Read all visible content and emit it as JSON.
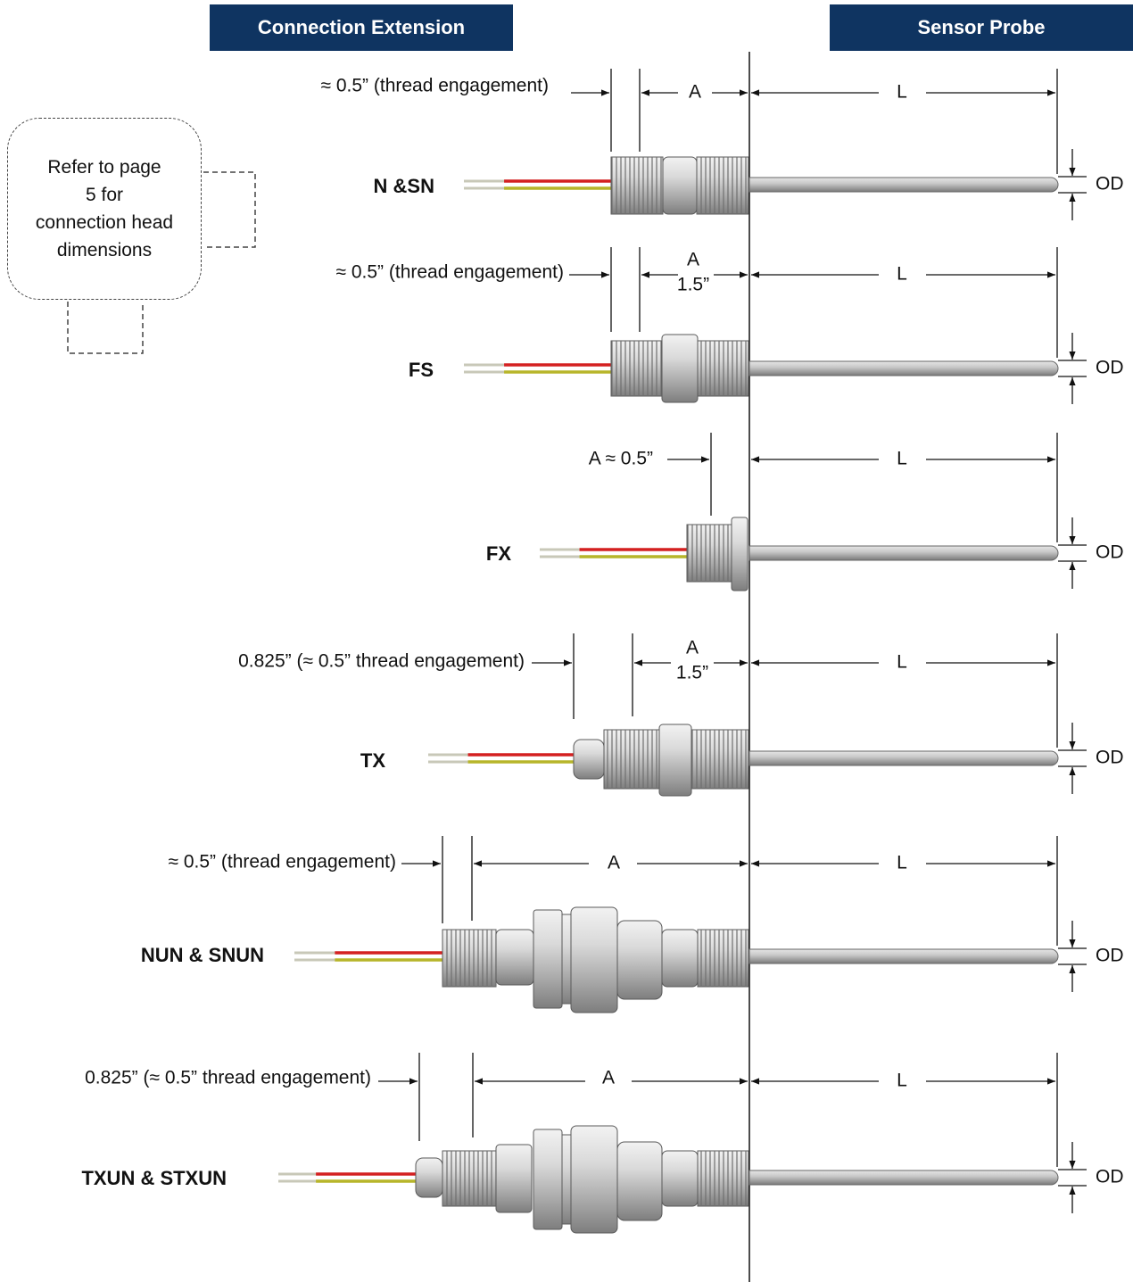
{
  "headers": {
    "connection_extension": "Connection Extension",
    "sensor_probe": "Sensor Probe"
  },
  "note": {
    "lines": [
      "Refer to page",
      "5 for",
      "connection head",
      "dimensions"
    ]
  },
  "dimension_labels": {
    "a": "A",
    "l": "L",
    "od": "OD",
    "a_value_1_5": "1.5”",
    "a_approx_0_5": "A ≈ 0.5”",
    "thread_engagement": "≈ 0.5” (thread engagement)",
    "thread_engagement_0825": "0.825” (≈ 0.5” thread engagement)"
  },
  "models": [
    {
      "id": "n-sn",
      "name": "N &SN"
    },
    {
      "id": "fs",
      "name": "FS"
    },
    {
      "id": "fx",
      "name": "FX"
    },
    {
      "id": "tx",
      "name": "TX"
    },
    {
      "id": "nun",
      "name": "NUN & SNUN"
    },
    {
      "id": "txun",
      "name": "TXUN & STXUN"
    }
  ],
  "colors": {
    "header_bg": "#0f3461",
    "wire_red": "#d42020",
    "wire_yellow": "#b7b52a",
    "wire_silver": "#c8c8b8",
    "steel_light": "#e2e2e2",
    "steel_dark": "#8a8a8a"
  }
}
